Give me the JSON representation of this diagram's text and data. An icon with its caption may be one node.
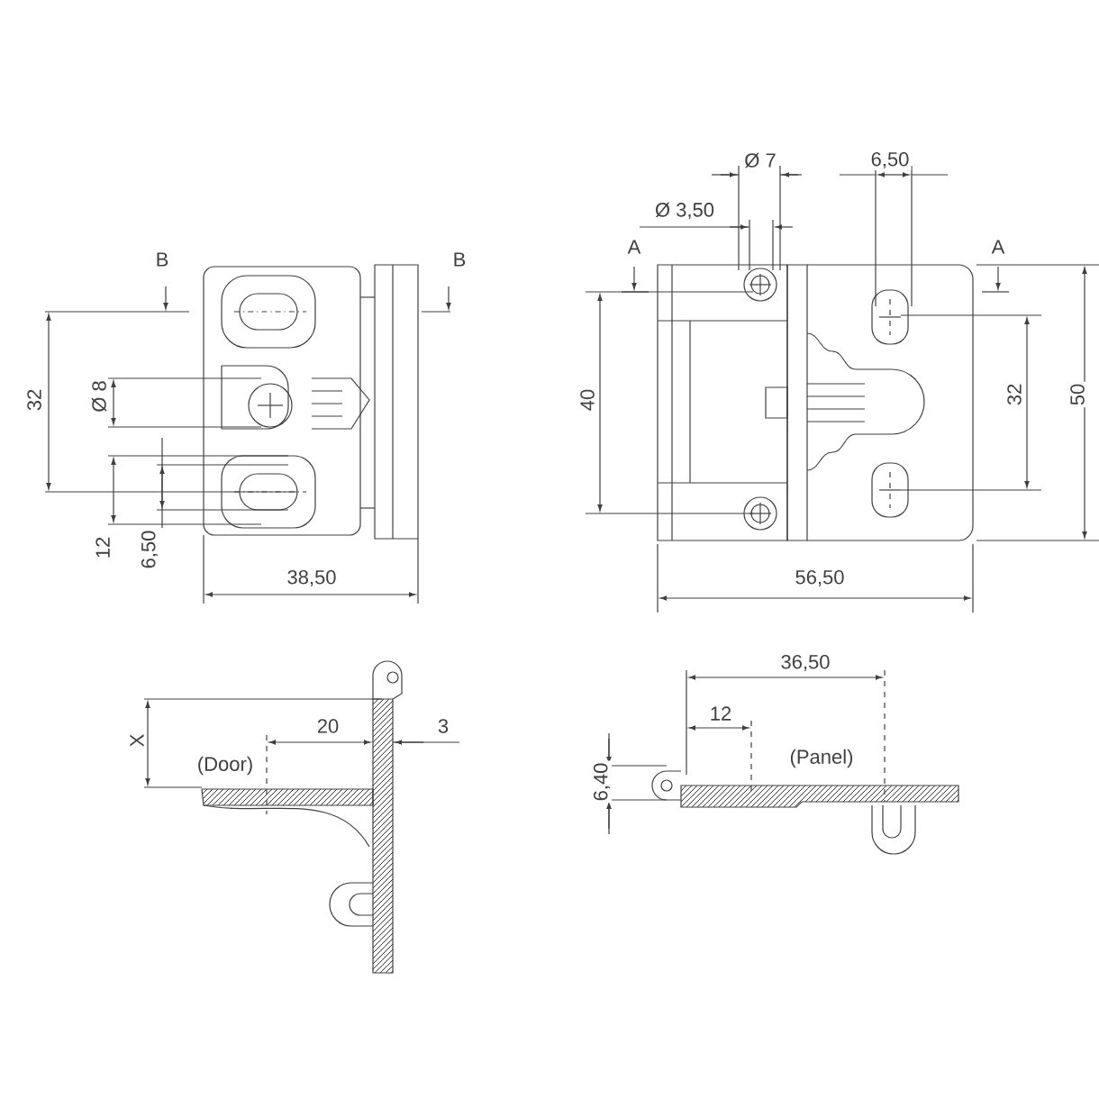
{
  "diagram": {
    "labels": [
      "B",
      "B",
      "Ø 7",
      "6,50",
      "Ø 3,50",
      "A",
      "A",
      "32",
      "Ø 8",
      "40",
      "32",
      "50",
      "12",
      "6,50",
      "38,50",
      "56,50",
      "36,50",
      "X",
      "20",
      "3",
      "12",
      "(Door)",
      "6,40",
      "(Panel)"
    ]
  }
}
